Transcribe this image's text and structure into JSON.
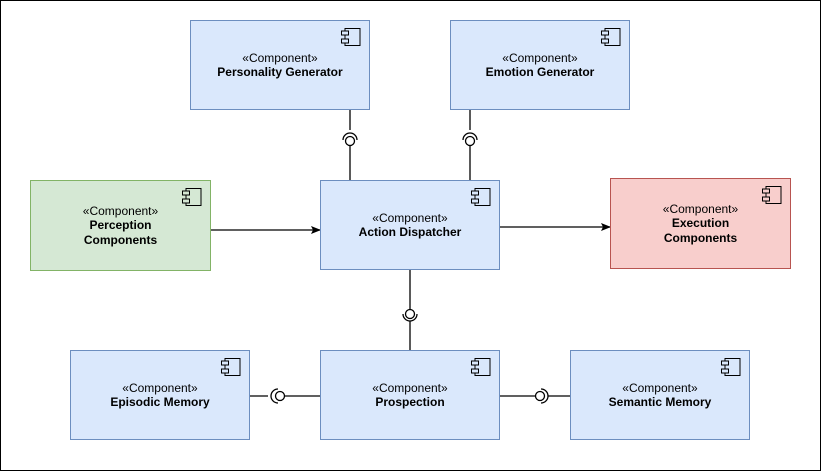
{
  "colors": {
    "component_fill": "#dae8fc",
    "component_border": "#6c8ebf",
    "perception_fill": "#d5e8d4",
    "perception_border": "#82b366",
    "execution_fill": "#f8cecc",
    "execution_border": "#b85450"
  },
  "icon": "uml-component-icon",
  "components": {
    "personality": {
      "stereotype": "«Component»",
      "name": "Personality Generator"
    },
    "emotion": {
      "stereotype": "«Component»",
      "name": "Emotion Generator"
    },
    "perception": {
      "stereotype": "«Component»",
      "name": "Perception Components"
    },
    "dispatcher": {
      "stereotype": "«Component»",
      "name": "Action Dispatcher"
    },
    "execution": {
      "stereotype": "«Component»",
      "name": "Execution Components"
    },
    "episodic": {
      "stereotype": "«Component»",
      "name": "Episodic Memory"
    },
    "prospection": {
      "stereotype": "«Component»",
      "name": "Prospection"
    },
    "semantic": {
      "stereotype": "«Component»",
      "name": "Semantic Memory"
    }
  },
  "connections": [
    {
      "from": "perception",
      "to": "dispatcher",
      "kind": "arrow"
    },
    {
      "from": "dispatcher",
      "to": "execution",
      "kind": "arrow"
    },
    {
      "from": "personality",
      "to": "dispatcher",
      "kind": "interface"
    },
    {
      "from": "emotion",
      "to": "dispatcher",
      "kind": "interface"
    },
    {
      "from": "dispatcher",
      "to": "prospection",
      "kind": "interface"
    },
    {
      "from": "episodic",
      "to": "prospection",
      "kind": "interface"
    },
    {
      "from": "prospection",
      "to": "semantic",
      "kind": "interface"
    }
  ]
}
